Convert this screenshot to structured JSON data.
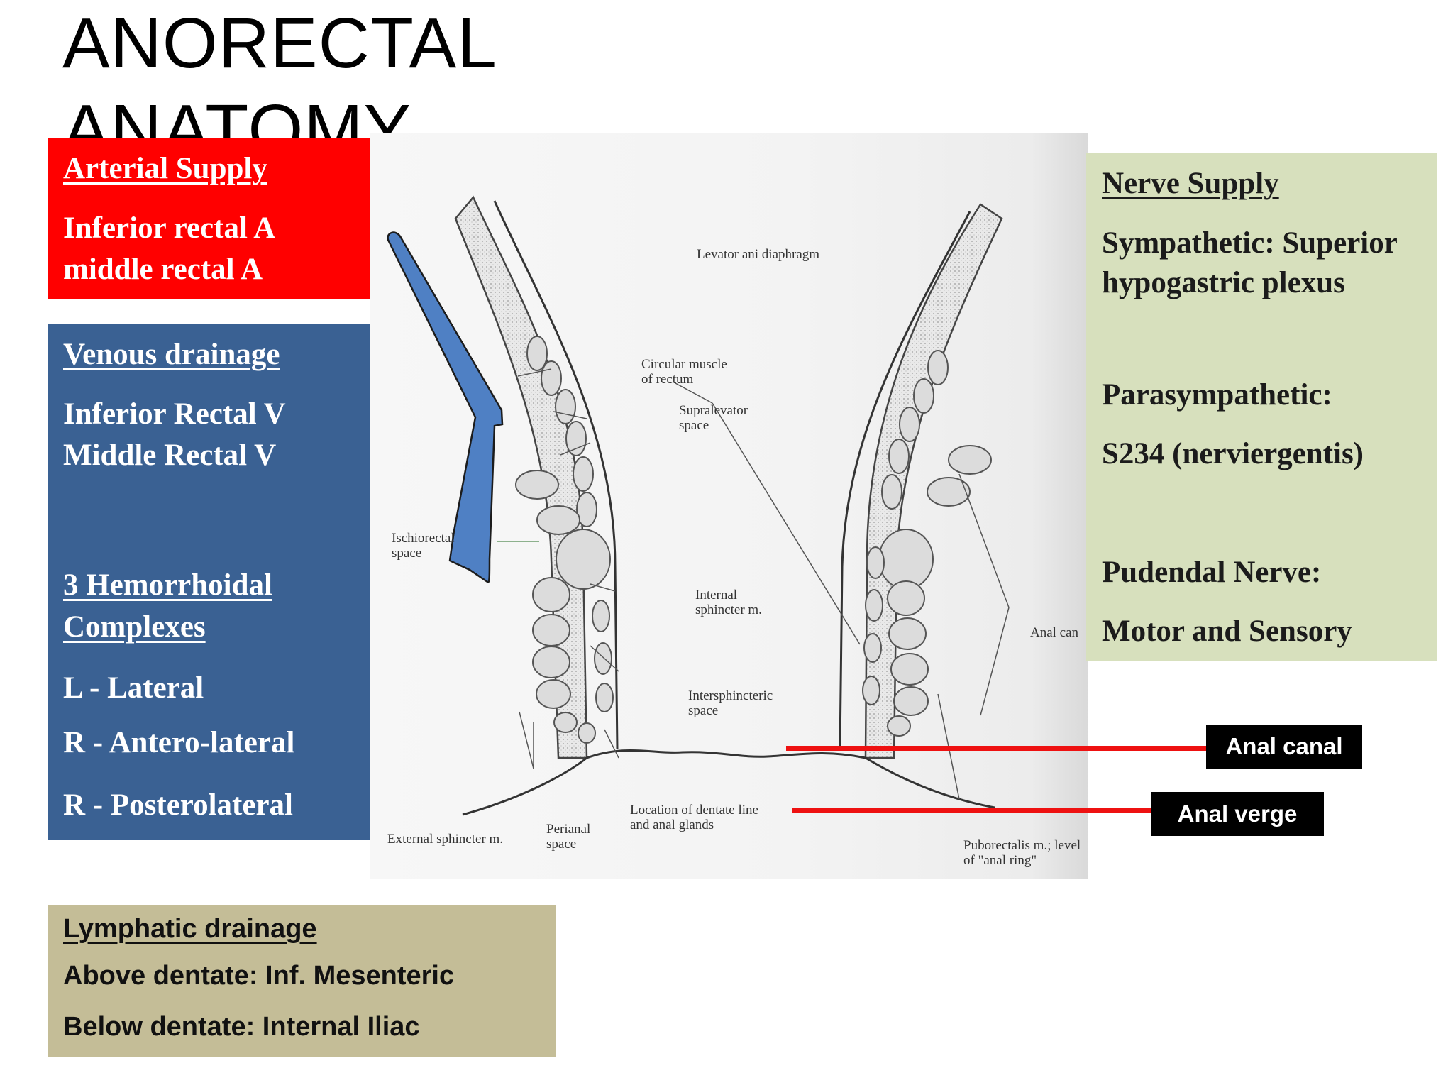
{
  "title": "ANORECTAL ANATOMY",
  "arterial": {
    "heading": "Arterial Supply",
    "lines": [
      "Inferior rectal  A",
      "middle rectal A"
    ]
  },
  "venous": {
    "heading": "Venous drainage",
    "lines": [
      "Inferior Rectal  V",
      "Middle Rectal V"
    ],
    "complexes_heading_1": "3 Hemorrhoidal",
    "complexes_heading_2": "Complexes",
    "complexes": [
      "L - Lateral",
      "R - Antero-lateral",
      "R - Posterolateral"
    ]
  },
  "nerve": {
    "heading": "Nerve Supply",
    "sympathetic_1": "Sympathetic: Superior",
    "sympathetic_2": "hypogastric plexus",
    "parasympathetic": "Parasympathetic:",
    "parasympathetic_detail": "S234 (nerviergentis)",
    "pudendal": "Pudendal Nerve:",
    "pudendal_detail": "Motor and Sensory"
  },
  "lymphatic": {
    "heading": "Lymphatic drainage",
    "above": "Above dentate: Inf. Mesenteric",
    "below": "Below dentate: Internal Iliac"
  },
  "diagram_labels": {
    "levator": "Levator ani diaphragm",
    "circular": "Circular muscle\nof rectum",
    "supralevator": "Supralevator\nspace",
    "ischiorectal": "Ischiorectal\nspace",
    "internal_sphincter": "Internal\nsphincter m.",
    "intersphincteric": "Intersphincteric\nspace",
    "dentate": "Location of dentate line\nand anal glands",
    "external_sphincter": "External sphincter m.",
    "perianal": "Perianal\nspace",
    "anal_canal_small": "Anal can",
    "puborectalis": "Puborectalis m.; level\nof \"anal ring\""
  },
  "tags": {
    "anal_canal": "Anal canal",
    "anal_verge": "Anal verge"
  },
  "colors": {
    "arterial_bg": "#ff0000",
    "venous_bg": "#3a6193",
    "nerve_bg": "#d7e0bd",
    "lymph_bg": "#c4bd97",
    "probe": "#4f80c4",
    "pointer_line": "#ee1111"
  }
}
